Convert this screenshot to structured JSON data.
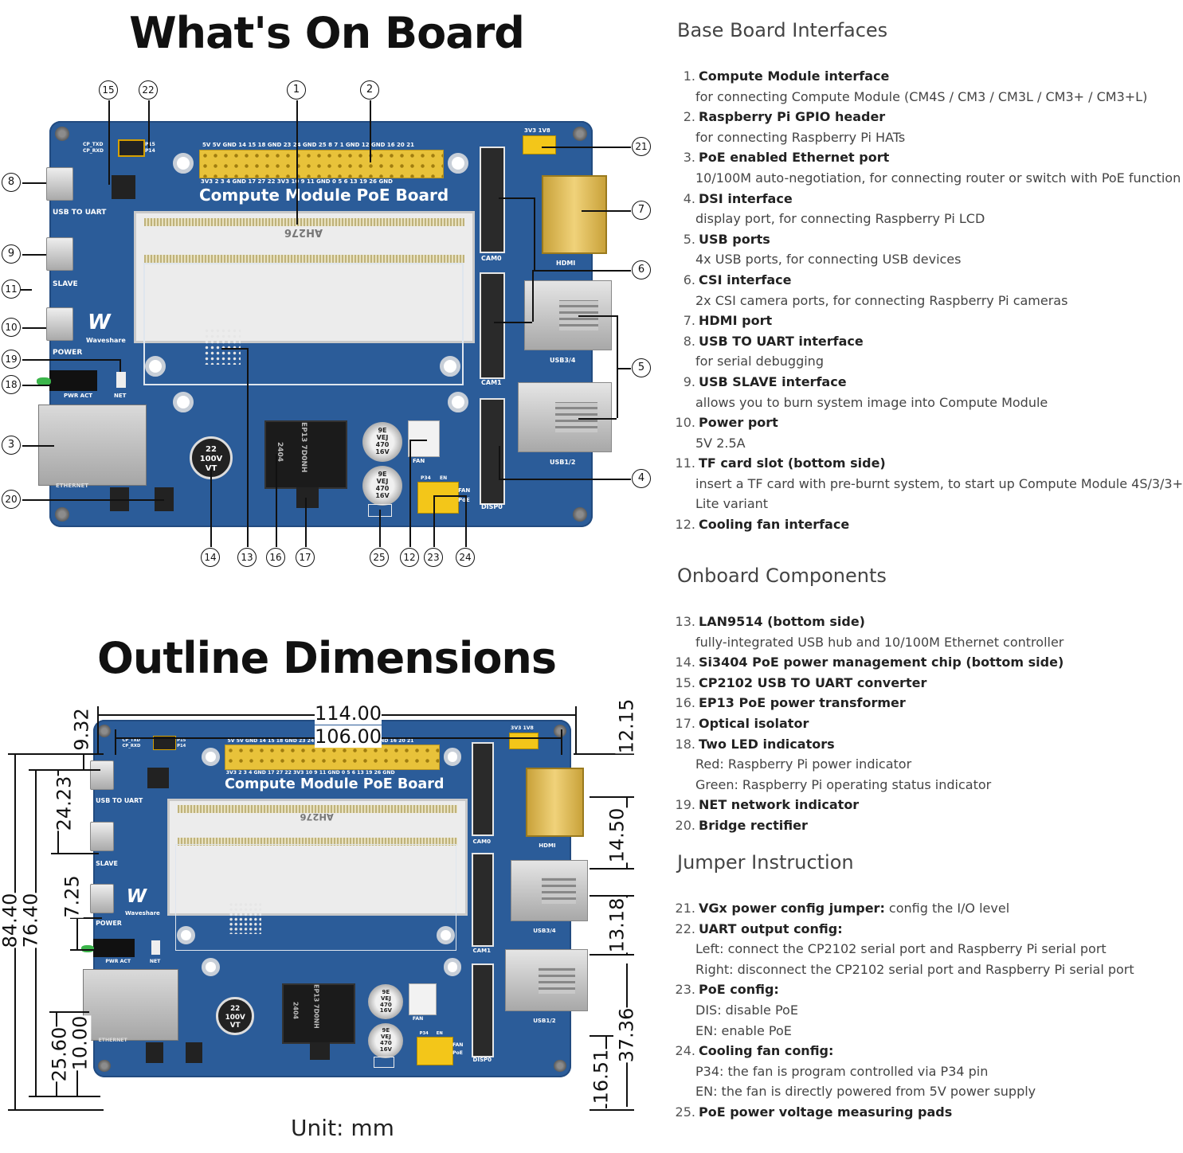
{
  "titles": {
    "main": "What's On Board",
    "dimensions": "Outline Dimensions",
    "unit": "Unit: mm"
  },
  "board": {
    "name": "Compute Module PoE Board",
    "silkscreen": {
      "usb_to_uart": "USB TO UART",
      "slave": "SLAVE",
      "power": "POWER",
      "pwr_act": "PWR ACT",
      "net": "NET",
      "ethernet": "ETHERNET",
      "cam0": "CAM0",
      "cam1": "CAM1",
      "disp0": "DISP0",
      "hdmi": "HDMI",
      "usb34": "USB3/4",
      "usb12": "USB1/2",
      "fan": "FAN",
      "poe": "PoE",
      "p34": "P34",
      "en": "EN",
      "cp_txd": "CP_TXD",
      "cp_rxd": "CP_RXD",
      "p15": "P15",
      "p14": "P14",
      "vgx": "3V3  1V8",
      "waveshare": "Waveshare",
      "socket_label": "AH276",
      "gpio_top": "5V  5V GND 14  15  18 GND 23  24 GND 25  8   7   1  GND 12 GND 16  20  21",
      "gpio_bottom": "3V3  2   3   4 GND 17  27  22 3V3 10  9  11 GND 0   5   6  13  19  26 GND",
      "cap_large": "22\n100V\nVT",
      "cap_small": "9E\nVEJ\n470\n16V",
      "transformer": "EP13 7D0NH",
      "chip_label": "2404"
    }
  },
  "callouts": [
    "1",
    "2",
    "3",
    "4",
    "5",
    "6",
    "7",
    "8",
    "9",
    "10",
    "11",
    "12",
    "13",
    "14",
    "15",
    "16",
    "17",
    "18",
    "19",
    "20",
    "21",
    "22",
    "23",
    "24",
    "25"
  ],
  "dimensions": {
    "width_total": "114.00",
    "width_holes": "106.00",
    "left": [
      "84.40",
      "76.40",
      "9.32",
      "24.23",
      "7.25",
      "25.60",
      "10.00"
    ],
    "right": [
      "12.15",
      "14.50",
      "13.18",
      "37.36",
      "16.51"
    ]
  },
  "sections": [
    {
      "heading": "Base Board Interfaces",
      "items": [
        {
          "num": "1.",
          "label": "Compute Module interface",
          "desc": [
            "for connecting Compute Module (CM4S / CM3 / CM3L / CM3+ / CM3+L)"
          ]
        },
        {
          "num": "2.",
          "label": "Raspberry Pi GPIO header",
          "desc": [
            "for connecting Raspberry Pi HATs"
          ]
        },
        {
          "num": "3.",
          "label": "PoE enabled Ethernet port",
          "desc": [
            "10/100M auto-negotiation, for connecting router or switch with PoE function"
          ]
        },
        {
          "num": "4.",
          "label": "DSI interface",
          "desc": [
            "display port, for connecting Raspberry Pi LCD"
          ]
        },
        {
          "num": "5.",
          "label": "USB ports",
          "desc": [
            "4x USB ports, for connecting USB devices"
          ]
        },
        {
          "num": "6.",
          "label": "CSI interface",
          "desc": [
            "2x CSI camera ports, for connecting Raspberry Pi cameras"
          ]
        },
        {
          "num": "7.",
          "label": "HDMI port",
          "desc": []
        },
        {
          "num": "8.",
          "label": "USB TO UART interface",
          "desc": [
            "for serial debugging"
          ]
        },
        {
          "num": "9.",
          "label": "USB SLAVE interface",
          "desc": [
            "allows you to burn system image into Compute Module"
          ]
        },
        {
          "num": "10.",
          "label": "Power port",
          "desc": [
            "5V 2.5A"
          ]
        },
        {
          "num": "11.",
          "label": "TF card slot (bottom side)",
          "desc": [
            "insert a TF card with pre-burnt system, to start up Compute Module 4S/3/3+",
            "Lite variant"
          ]
        },
        {
          "num": "12.",
          "label": "Cooling fan interface",
          "desc": []
        }
      ]
    },
    {
      "heading": "Onboard Components",
      "items": [
        {
          "num": "13.",
          "label": "LAN9514 (bottom side)",
          "desc": [
            "fully-integrated USB hub and 10/100M Ethernet controller"
          ]
        },
        {
          "num": "14.",
          "label": "Si3404 PoE power management chip (bottom side)",
          "desc": []
        },
        {
          "num": "15.",
          "label": "CP2102 USB TO UART converter",
          "desc": []
        },
        {
          "num": "16.",
          "label": "EP13 PoE power transformer",
          "desc": []
        },
        {
          "num": "17.",
          "label": "Optical isolator",
          "desc": []
        },
        {
          "num": "18.",
          "label": "Two LED indicators",
          "desc": [
            "Red: Raspberry Pi power indicator",
            "Green: Raspberry Pi operating status indicator"
          ]
        },
        {
          "num": "19.",
          "label": "NET network indicator",
          "desc": []
        },
        {
          "num": "20.",
          "label": "Bridge rectifier",
          "desc": []
        }
      ]
    },
    {
      "heading": "Jumper Instruction",
      "items": [
        {
          "num": "21.",
          "label": "VGx power config jumper:",
          "inline": " config the I/O level",
          "desc": []
        },
        {
          "num": "22.",
          "label": "UART output config:",
          "desc": [
            "Left: connect the CP2102 serial port and Raspberry Pi serial port",
            "Right: disconnect the CP2102 serial port and Raspberry Pi serial port"
          ]
        },
        {
          "num": "23.",
          "label": "PoE config:",
          "desc": [
            "DIS: disable PoE",
            "EN: enable PoE"
          ]
        },
        {
          "num": "24.",
          "label": "Cooling fan config:",
          "desc": [
            "P34: the fan is program controlled via P34 pin",
            "EN: the fan is directly powered from 5V power supply"
          ]
        },
        {
          "num": "25.",
          "label": "PoE power voltage measuring pads",
          "desc": []
        }
      ]
    }
  ]
}
